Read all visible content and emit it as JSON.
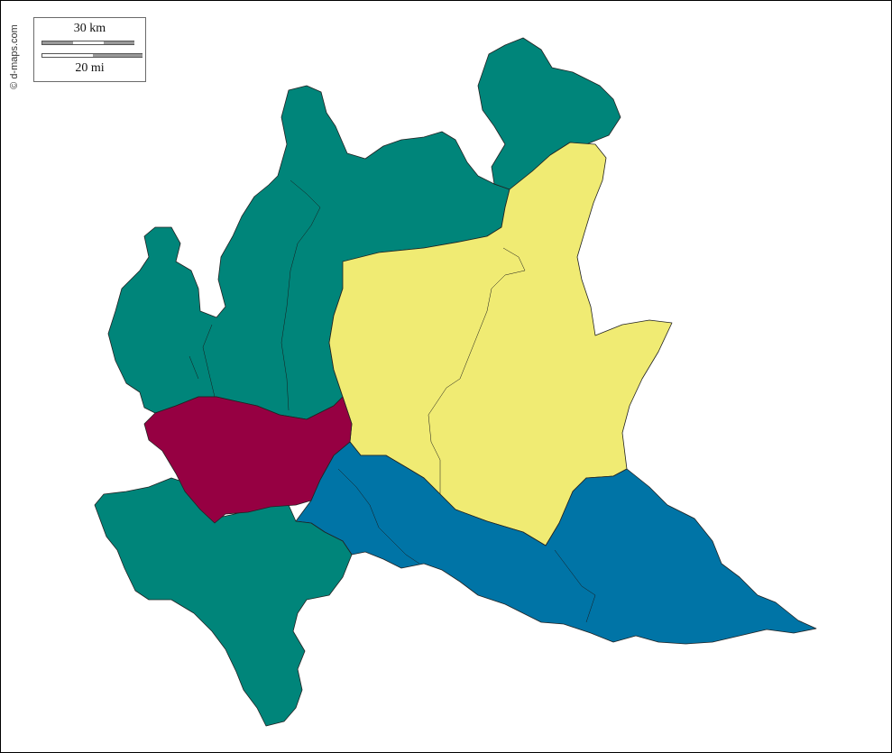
{
  "map": {
    "credit": "© d-maps.com",
    "scale": {
      "km_label": "30 km",
      "mi_label": "20 mi"
    },
    "colors": {
      "green": "#00857a",
      "yellow": "#f0eb73",
      "blue": "#0074a6",
      "crimson": "#960042"
    },
    "regions": [
      {
        "id": "northwest",
        "color": "green"
      },
      {
        "id": "northeast",
        "color": "green"
      },
      {
        "id": "southwest",
        "color": "green"
      },
      {
        "id": "center",
        "color": "yellow"
      },
      {
        "id": "southeast",
        "color": "blue"
      },
      {
        "id": "metro",
        "color": "crimson"
      }
    ]
  }
}
